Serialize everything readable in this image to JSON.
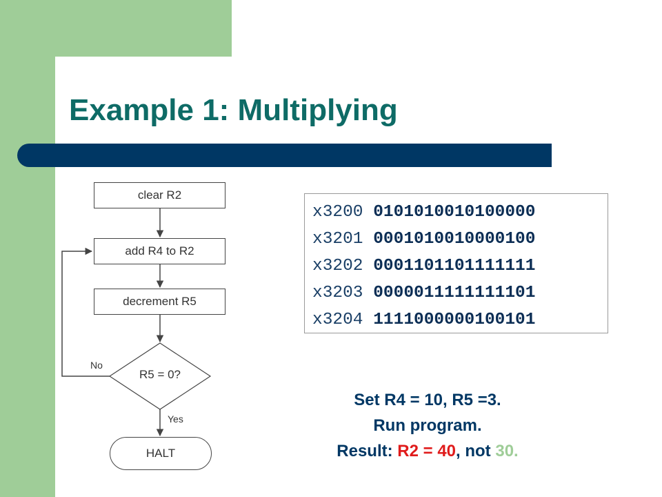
{
  "title": "Example 1: Multiplying",
  "flowchart": {
    "step1": "clear R2",
    "step2": "add R4 to R2",
    "step3": "decrement R5",
    "decision": "R5 = 0?",
    "no_label": "No",
    "yes_label": "Yes",
    "end": "HALT"
  },
  "code": [
    {
      "addr": "x3200",
      "bits": "0101010010100000"
    },
    {
      "addr": "x3201",
      "bits": "0001010010000100"
    },
    {
      "addr": "x3202",
      "bits": "0001101101111111"
    },
    {
      "addr": "x3203",
      "bits": "0000011111111101"
    },
    {
      "addr": "x3204",
      "bits": "1111000000100101"
    }
  ],
  "notes": {
    "line1": "Set R4 = 10, R5 =3.",
    "line2": "Run program.",
    "result_prefix": "Result: ",
    "result_value": "R2 = 40",
    "result_mid": ", not ",
    "result_expected": "30.",
    "colors": {
      "red": "#e01b1b",
      "green": "#9fcd98",
      "navy": "#003764"
    }
  }
}
